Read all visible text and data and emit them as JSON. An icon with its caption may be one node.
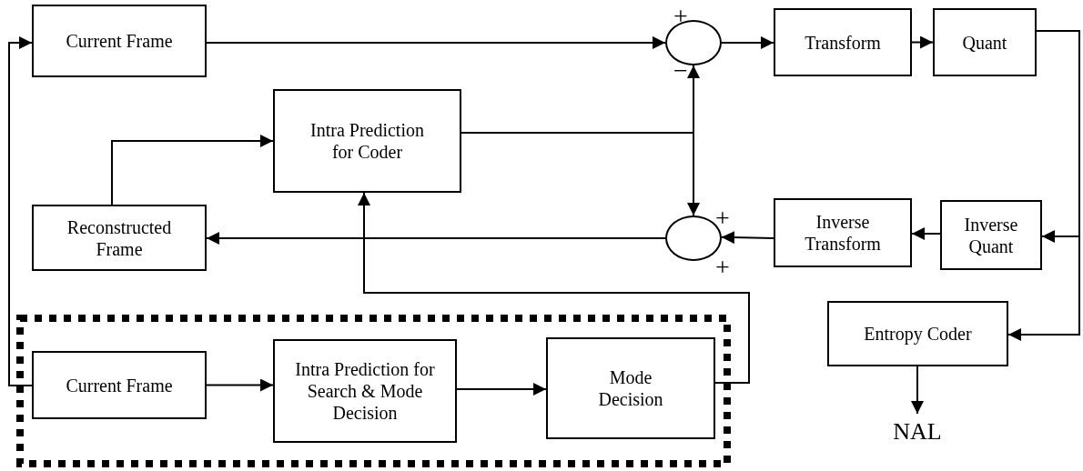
{
  "diagram": {
    "nodes": [
      {
        "text": [
          "Current Frame"
        ]
      },
      {
        "text": [],
        "shape": "circle"
      },
      {
        "text": [
          "Transform"
        ]
      },
      {
        "text": [
          "Quant"
        ]
      },
      {
        "text": [
          "Intra Prediction for Coder"
        ]
      },
      {
        "text": [
          "Reconstructed Frame"
        ]
      },
      {
        "text": [],
        "shape": "circle"
      },
      {
        "text": [
          "Inverse Transform"
        ]
      },
      {
        "text": [
          "Inverse Quant"
        ]
      },
      {
        "text": [
          "Entropy Coder"
        ]
      },
      {
        "text": [
          "NAL"
        ]
      },
      {
        "text": [],
        "shape": "box"
      },
      {
        "text": [
          "Current Frame"
        ],
        "in": 11
      },
      {
        "text": [
          "Intra Prediction for Search & Mode Decision"
        ],
        "in": 11
      },
      {
        "text": [
          "Mode Decision"
        ],
        "in": 11
      }
    ],
    "edges": [
      {
        "from": 0,
        "to": 1,
        "arrow": "to"
      },
      {
        "from": 1,
        "to": 2,
        "arrow": "to"
      },
      {
        "from": 2,
        "to": 3,
        "arrow": "to"
      },
      {
        "from": 3,
        "to": 8,
        "arrow": "to"
      },
      {
        "from": 3,
        "to": 9,
        "arrow": "to"
      },
      {
        "from": 8,
        "to": 7,
        "arrow": "to"
      },
      {
        "from": 7,
        "to": 6,
        "arrow": "to"
      },
      {
        "from": 6,
        "to": 5,
        "arrow": "to"
      },
      {
        "from": 4,
        "to": 1,
        "arrow": "to"
      },
      {
        "from": 4,
        "to": 6,
        "arrow": "to"
      },
      {
        "from": 14,
        "to": 4,
        "arrow": "to"
      },
      {
        "from": 5,
        "to": 4,
        "arrow": "to"
      },
      {
        "from": 12,
        "to": 0,
        "arrow": "to"
      },
      {
        "from": 12,
        "to": 13,
        "arrow": "to"
      },
      {
        "from": 13,
        "to": 14,
        "arrow": "to"
      },
      {
        "from": 9,
        "to": 10,
        "arrow": "to"
      }
    ],
    "labels": [
      "+",
      "−",
      "+",
      "+"
    ]
  }
}
